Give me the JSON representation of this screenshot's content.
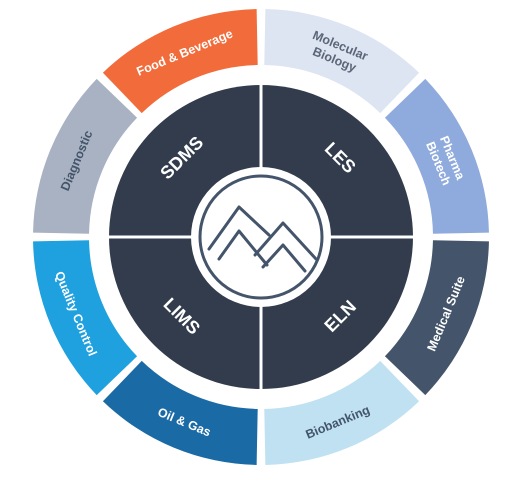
{
  "outer_segments": [
    {
      "lines": [
        "Molecular",
        "Biology"
      ],
      "color": "#dde4f2",
      "text_color": "#5b6677"
    },
    {
      "lines": [
        "Pharma",
        "Biotech"
      ],
      "color": "#8faadc",
      "text_color": "#ffffff"
    },
    {
      "lines": [
        "Medical Suite"
      ],
      "color": "#44546a",
      "text_color": "#ffffff"
    },
    {
      "lines": [
        "Biobanking"
      ],
      "color": "#bfe1f1",
      "text_color": "#44546a"
    },
    {
      "lines": [
        "Oil & Gas"
      ],
      "color": "#1a6aa6",
      "text_color": "#ffffff"
    },
    {
      "lines": [
        "Quality Control"
      ],
      "color": "#1fa1df",
      "text_color": "#ffffff"
    },
    {
      "lines": [
        "Diagnostic"
      ],
      "color": "#a8b2c2",
      "text_color": "#44546a"
    },
    {
      "lines": [
        "Food & Beverage"
      ],
      "color": "#f26b3a",
      "text_color": "#ffffff"
    }
  ],
  "core_segments": [
    {
      "label": "LES"
    },
    {
      "label": "ELN"
    },
    {
      "label": "LIMS"
    },
    {
      "label": "SDMS"
    }
  ],
  "colors": {
    "core": "#323c4c",
    "divider": "#ffffff",
    "logo_stroke": "#44546a",
    "logo_fill": "#ffffff"
  },
  "logo": {
    "icon": "mountain-logo-icon"
  }
}
